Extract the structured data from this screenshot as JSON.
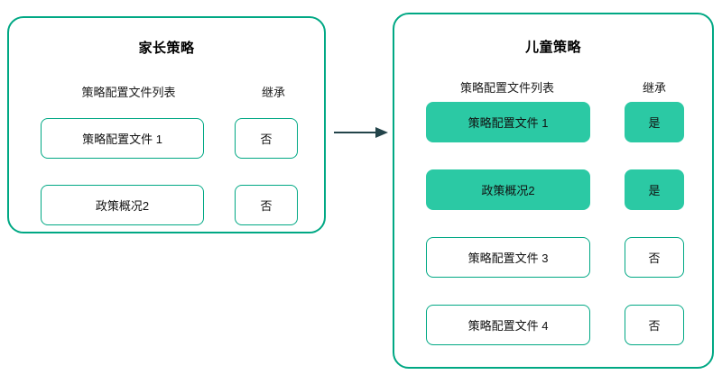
{
  "diagram": {
    "type": "flow",
    "arrow": {
      "name": "inheritance-arrow",
      "direction": "left-to-right",
      "color": "#23444a"
    },
    "colors": {
      "panel_border": "#00a884",
      "chip_border": "#00a884",
      "chip_fill_inherited": "#2bc9a4",
      "chip_fill_default": "#ffffff",
      "text": "#111111",
      "arrow": "#23444a",
      "background": "#ffffff"
    }
  },
  "panels": [
    {
      "id": "parent",
      "title": "家长策略",
      "columns": {
        "list": "策略配置文件列表",
        "inherit": "继承"
      },
      "rows": [
        {
          "name": "策略配置文件 1",
          "inherit": "否",
          "highlighted": false
        },
        {
          "name": "政策概况2",
          "inherit": "否",
          "highlighted": false
        }
      ]
    },
    {
      "id": "child",
      "title": "儿童策略",
      "columns": {
        "list": "策略配置文件列表",
        "inherit": "继承"
      },
      "rows": [
        {
          "name": "策略配置文件 1",
          "inherit": "是",
          "highlighted": true
        },
        {
          "name": "政策概况2",
          "inherit": "是",
          "highlighted": true
        },
        {
          "name": "策略配置文件 3",
          "inherit": "否",
          "highlighted": false
        },
        {
          "name": "策略配置文件 4",
          "inherit": "否",
          "highlighted": false
        }
      ]
    }
  ]
}
